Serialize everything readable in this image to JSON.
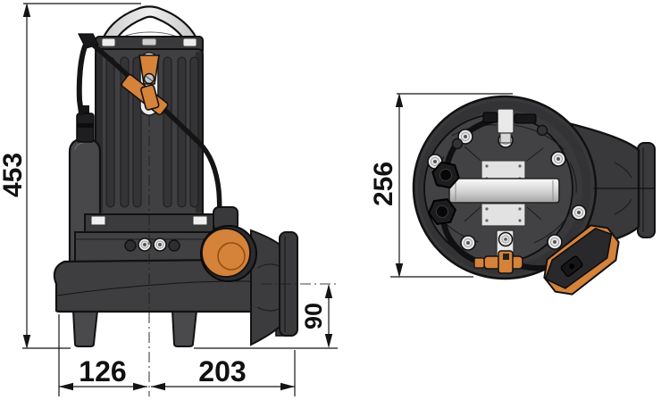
{
  "dimensions": {
    "overall_height": {
      "value": "453",
      "orientation": "vertical"
    },
    "top_view_height": {
      "value": "256",
      "orientation": "vertical"
    },
    "outlet_centerline_height": {
      "value": "90",
      "orientation": "vertical"
    },
    "base_edge_to_center": {
      "value": "126",
      "orientation": "horizontal"
    },
    "center_to_flange": {
      "value": "203",
      "orientation": "horizontal"
    }
  },
  "colors": {
    "accent_orange": "#d5823a",
    "body_dark": "#39393b",
    "body_mid": "#424244",
    "metal_light": "#e9e9e9",
    "line": "#141414"
  }
}
